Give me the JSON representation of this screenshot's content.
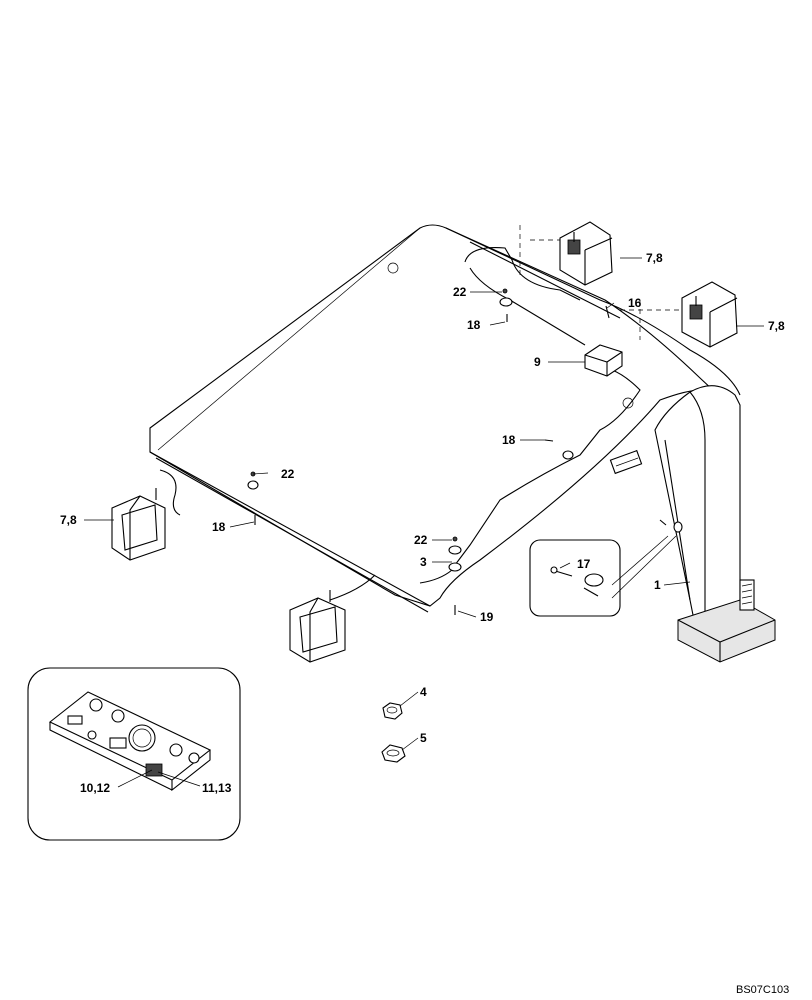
{
  "diagram": {
    "callouts": {
      "part_1": "1",
      "part_3": "3",
      "part_4": "4",
      "part_5": "5",
      "part_7_8_top": "7,8",
      "part_7_8_right": "7,8",
      "part_7_8_left": "7,8",
      "part_9": "9",
      "part_10_12": "10,12",
      "part_11_13": "11,13",
      "part_16": "16",
      "part_17": "17",
      "part_18_top": "18",
      "part_18_mid": "18",
      "part_18_left": "18",
      "part_19": "19",
      "part_22_top": "22",
      "part_22_left": "22",
      "part_22_front": "22"
    },
    "drawing_code": "BS07C103"
  }
}
